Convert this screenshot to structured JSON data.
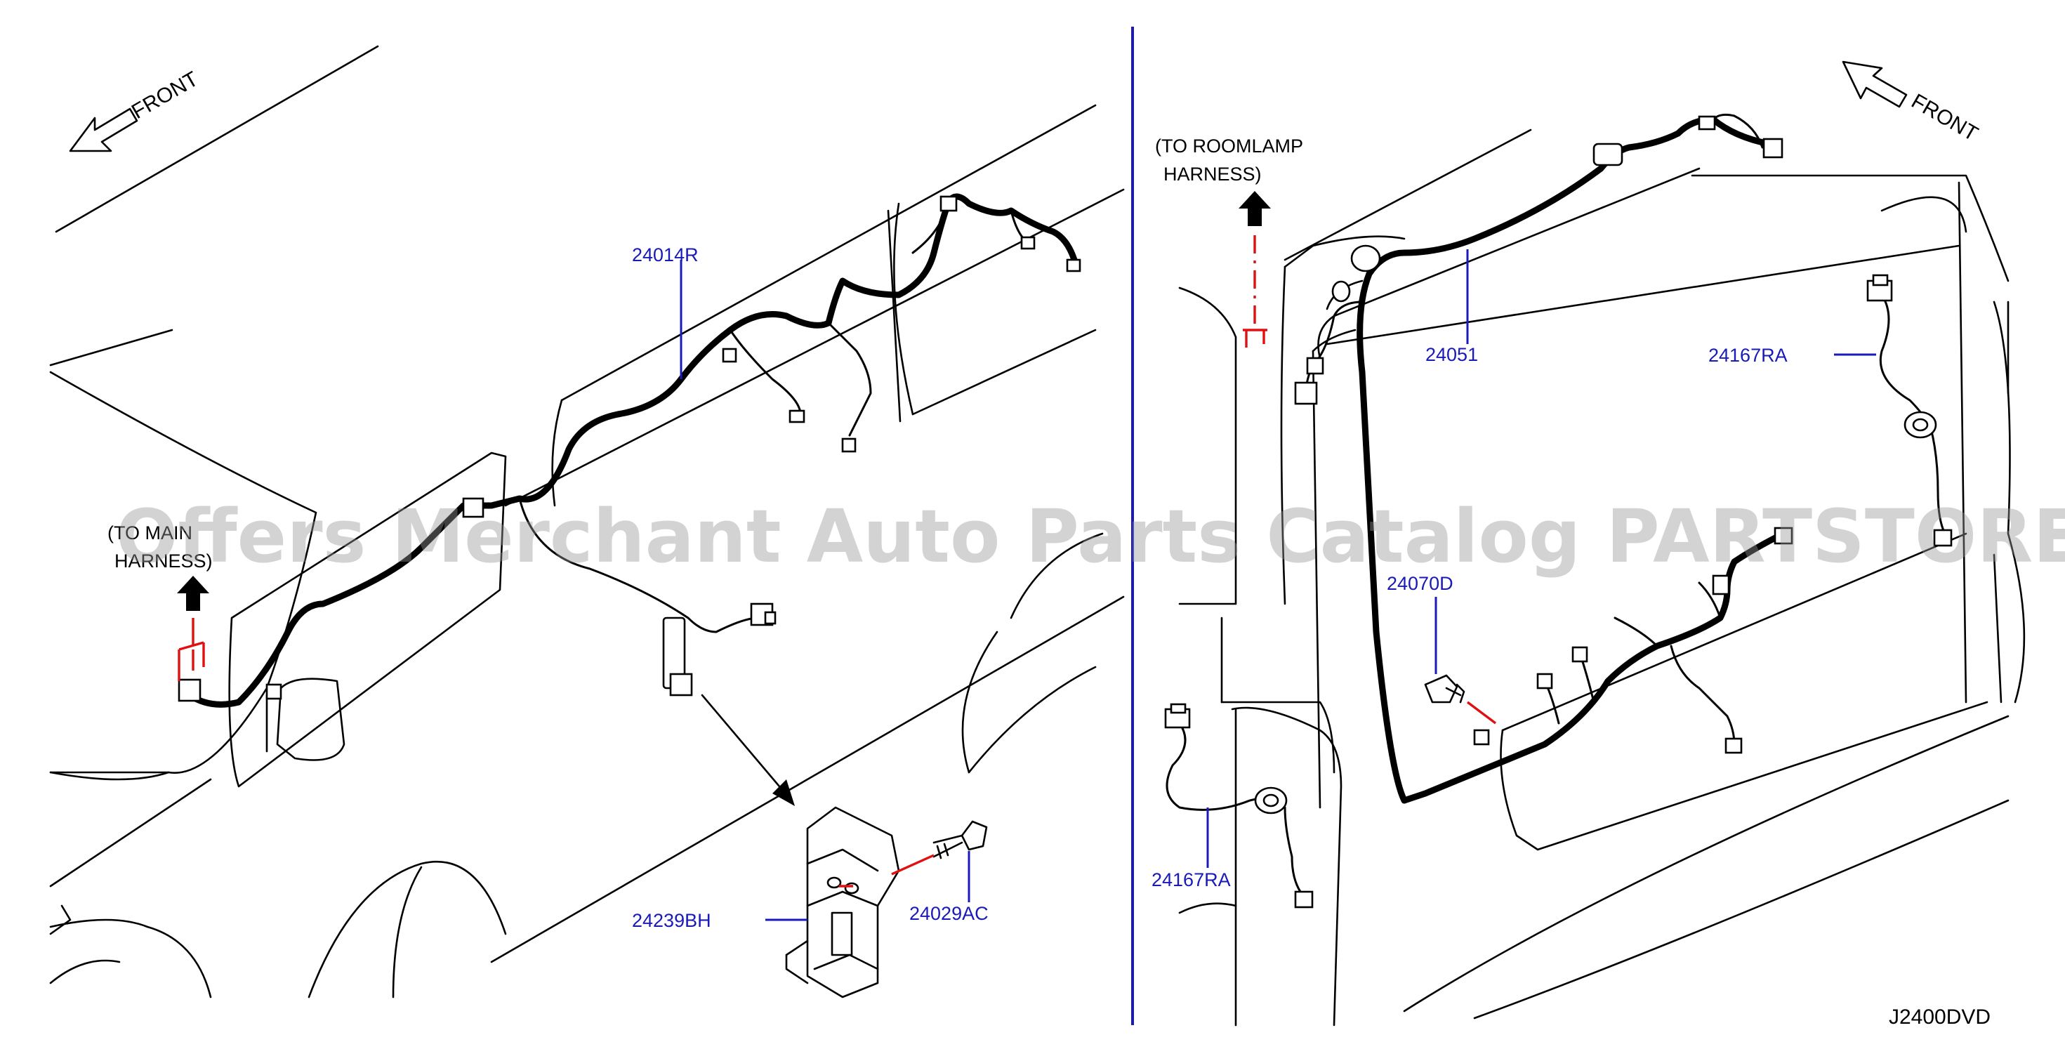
{
  "diagram": {
    "direction_label": "FRONT",
    "notes": {
      "left_line1": "(TO MAIN",
      "left_line2": "HARNESS)",
      "right_line1": "(TO   ROOMLAMP",
      "right_line2": "HARNESS)"
    },
    "parts": {
      "p24014R": "24014R",
      "p24239BH": "24239BH",
      "p24029AC": "24029AC",
      "p24051": "24051",
      "p24167RA_top": "24167RA",
      "p24070D": "24070D",
      "p24167RA_bottom": "24167RA"
    },
    "diagram_code": "J2400DVD",
    "watermark": "Offers Merchant Auto Parts Catalog PARTSTORE.SA",
    "colors": {
      "label": "#1a1ab8",
      "divider": "#1a1ab8",
      "connection_hint": "#e01010",
      "watermark": "#969696"
    },
    "icons": [
      "front-arrow-icon",
      "up-arrow-icon"
    ]
  }
}
